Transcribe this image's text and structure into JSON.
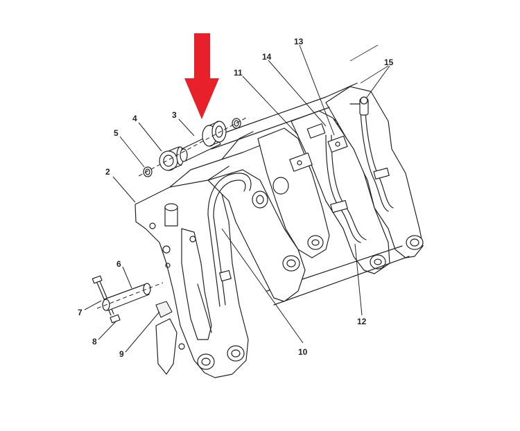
{
  "diagram": {
    "callouts": [
      {
        "id": "1",
        "label": "2"
      },
      {
        "id": "2",
        "label": "3"
      },
      {
        "id": "3",
        "label": "4"
      },
      {
        "id": "4",
        "label": "5"
      },
      {
        "id": "5",
        "label": "6"
      },
      {
        "id": "6",
        "label": "7"
      },
      {
        "id": "7",
        "label": "8"
      },
      {
        "id": "8",
        "label": "9"
      },
      {
        "id": "9",
        "label": "10"
      },
      {
        "id": "10",
        "label": "11"
      },
      {
        "id": "11",
        "label": "12"
      },
      {
        "id": "12",
        "label": "13"
      },
      {
        "id": "13",
        "label": "14"
      },
      {
        "id": "14",
        "label": "15"
      }
    ],
    "highlighted_part": "3",
    "arrow_color": "#e8202a",
    "line_color": "#222222"
  }
}
